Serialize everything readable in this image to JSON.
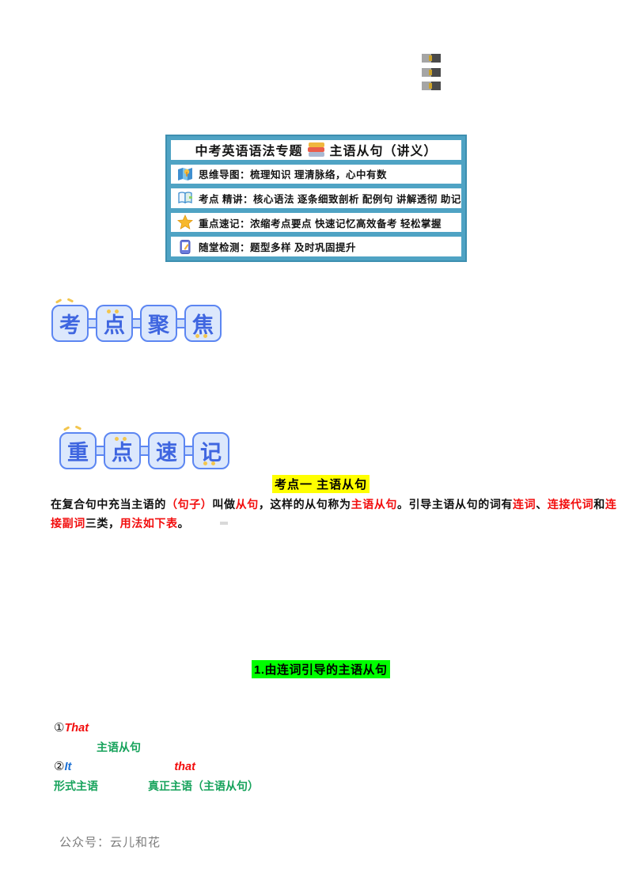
{
  "colors": {
    "box_border_teal": "#4fa3c4",
    "badge_fill": "#dce8fc",
    "badge_border": "#5c86f2",
    "badge_text": "#3f66e0",
    "highlight_yellow": "#ffff00",
    "highlight_green": "#00ff00",
    "accent_red": "#f20d0d",
    "accent_green": "#17a35c",
    "accent_blue": "#1a6fd4",
    "footer_gray": "#7d7d7d"
  },
  "info_box": {
    "title": {
      "left": "中考英语语法专题",
      "right": "主语从句（讲义）",
      "icon": "books-stack-icon"
    },
    "rows": [
      {
        "icon": "map-icon",
        "text": "思维导图：梳理知识 理清脉络，心中有数"
      },
      {
        "icon": "open-book-icon",
        "text": "考点 精讲：核心语法 逐条细致剖析 配例句 讲解透彻 助记"
      },
      {
        "icon": "star-icon",
        "text": "重点速记：浓缩考点要点 快速记忆高效备考 轻松掌握"
      },
      {
        "icon": "tablet-pencil-icon",
        "text": "随堂检测：题型多样 及时巩固提升"
      }
    ]
  },
  "badges": {
    "kaodian": {
      "chars": [
        "考",
        "点",
        "聚",
        "焦"
      ]
    },
    "zhongdian": {
      "chars": [
        "重",
        "点",
        "速",
        "记"
      ]
    }
  },
  "headings": {
    "kaodian_yi": "考点一 主语从句",
    "sub_1": "1.由连词引导的主语从句"
  },
  "definition": {
    "line1": [
      {
        "text": "在复合句中充当主语的",
        "color": "black"
      },
      {
        "text": "（句子）",
        "color": "red"
      },
      {
        "text": "叫做",
        "color": "black"
      },
      {
        "text": "从句",
        "color": "red"
      },
      {
        "text": "，这样的从句称为",
        "color": "black"
      },
      {
        "text": "主语从句",
        "color": "red"
      },
      {
        "text": "。引导主语从句的词有",
        "color": "black"
      },
      {
        "text": "连词",
        "color": "red"
      },
      {
        "text": "、",
        "color": "black"
      },
      {
        "text": "连接代词",
        "color": "red"
      },
      {
        "text": "和",
        "color": "black"
      },
      {
        "text": "连",
        "color": "red"
      }
    ],
    "line2": [
      {
        "text": "接副词",
        "color": "red"
      },
      {
        "text": "三类，",
        "color": "black"
      },
      {
        "text": "用法如下表",
        "color": "red"
      },
      {
        "text": "。",
        "color": "black"
      }
    ]
  },
  "examples": {
    "ex1": {
      "num": "①",
      "keyword": "That",
      "annotation": "主语从句"
    },
    "ex2": {
      "num": "②",
      "pronoun": "It",
      "keyword": "that",
      "annotation_left": "形式主语",
      "annotation_right": "真正主语（主语从句）"
    }
  },
  "footer": {
    "text": "公众号：云儿和花"
  }
}
